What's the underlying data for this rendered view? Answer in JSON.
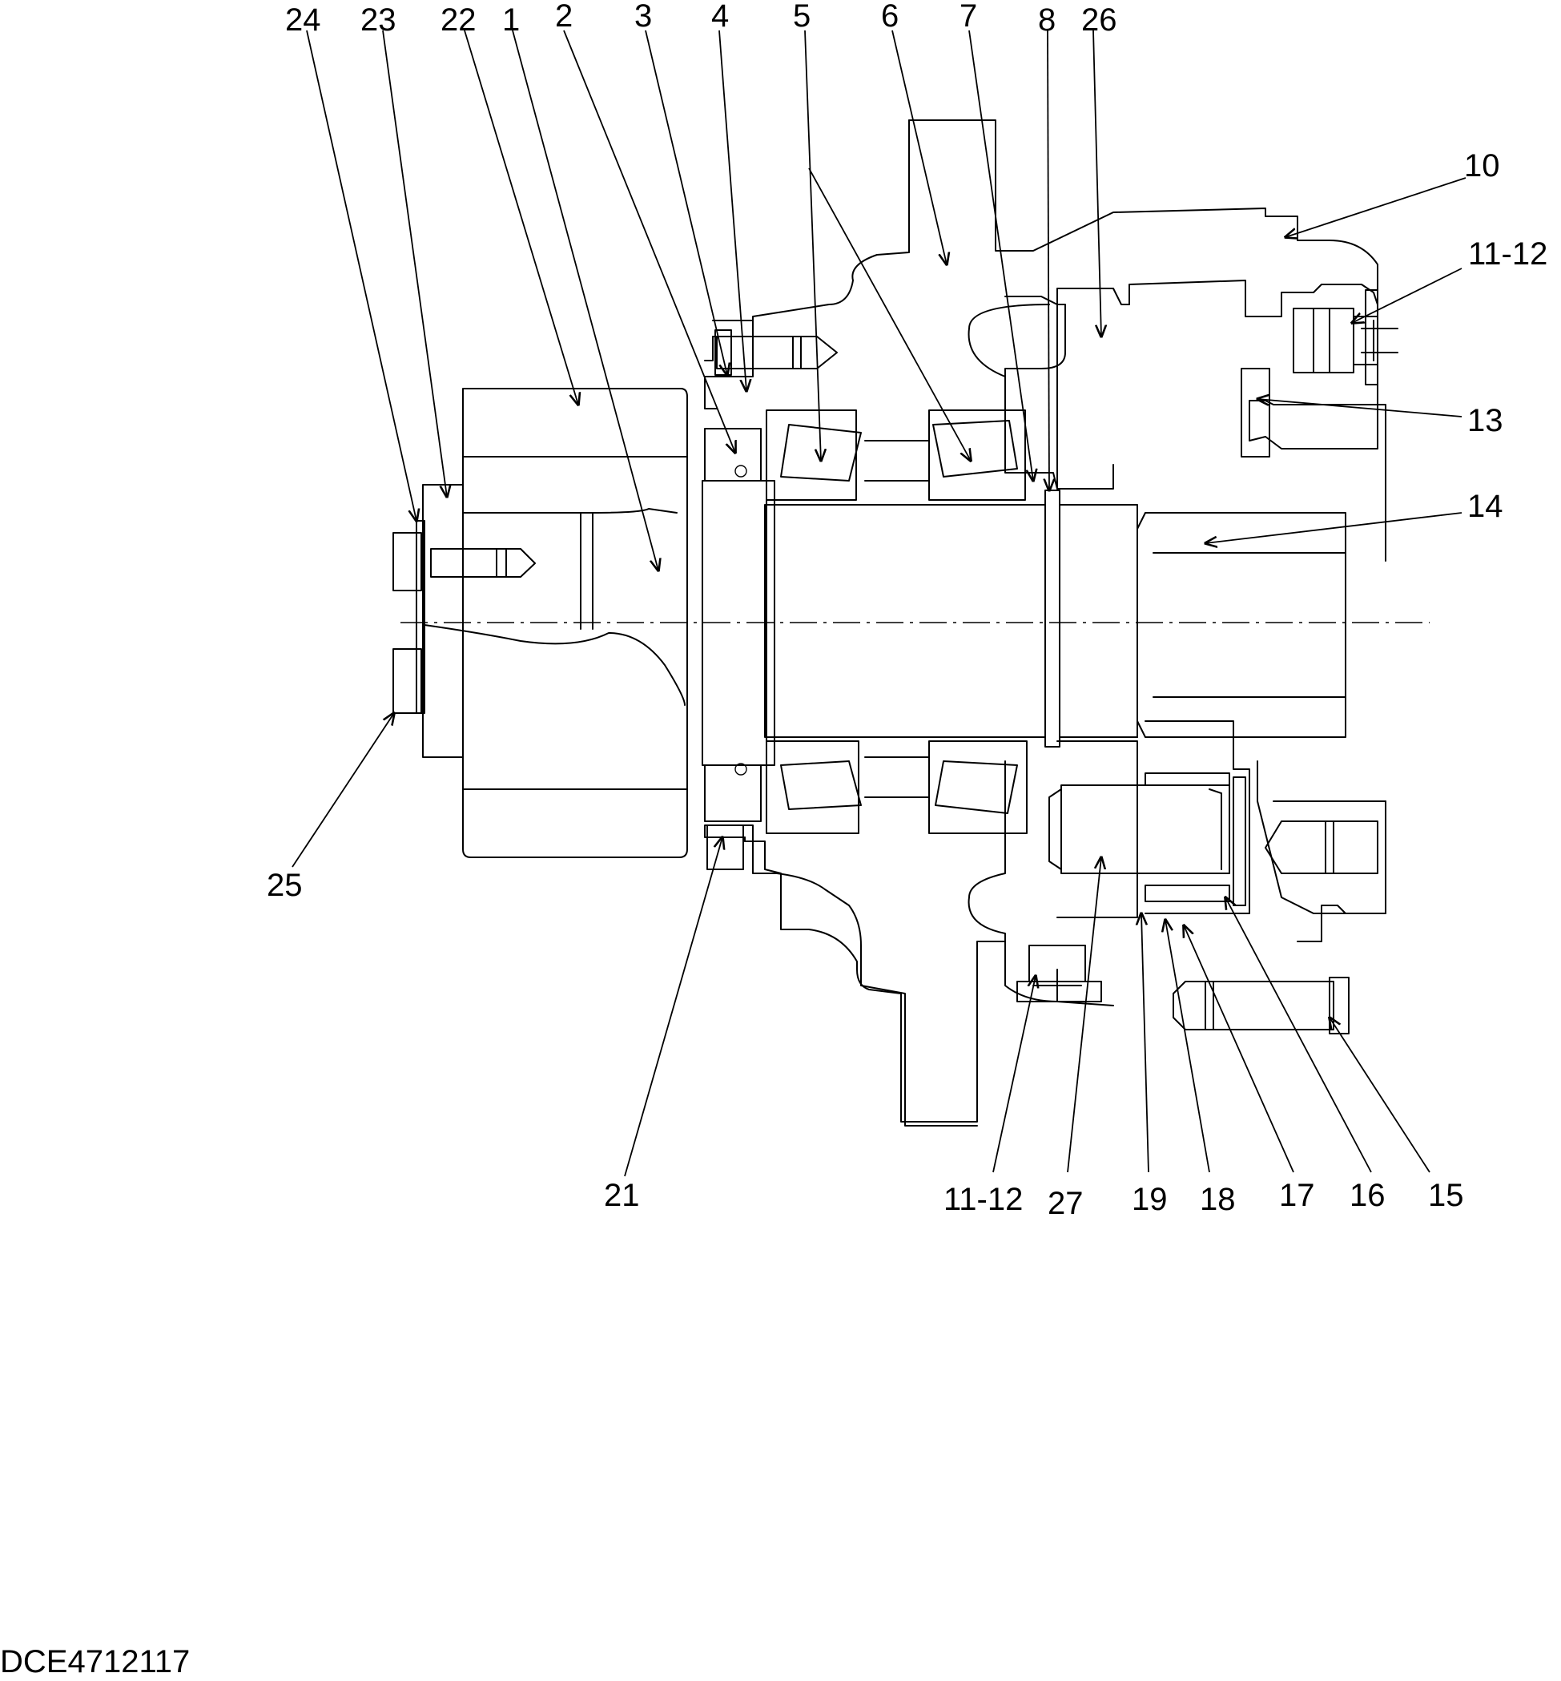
{
  "drawing_id": "DCE4712117",
  "callouts": [
    {
      "id": "c24",
      "text": "24"
    },
    {
      "id": "c23",
      "text": "23"
    },
    {
      "id": "c22",
      "text": "22"
    },
    {
      "id": "c1",
      "text": "1"
    },
    {
      "id": "c2",
      "text": "2"
    },
    {
      "id": "c3",
      "text": "3"
    },
    {
      "id": "c4",
      "text": "4"
    },
    {
      "id": "c5",
      "text": "5"
    },
    {
      "id": "c6",
      "text": "6"
    },
    {
      "id": "c7",
      "text": "7"
    },
    {
      "id": "c8",
      "text": "8"
    },
    {
      "id": "c26",
      "text": "26"
    },
    {
      "id": "c10",
      "text": "10"
    },
    {
      "id": "c11-12-top",
      "text": "11-12"
    },
    {
      "id": "c13",
      "text": "13"
    },
    {
      "id": "c14",
      "text": "14"
    },
    {
      "id": "c25",
      "text": "25"
    },
    {
      "id": "c21",
      "text": "21"
    },
    {
      "id": "c11-12-bottom",
      "text": "11-12"
    },
    {
      "id": "c27",
      "text": "27"
    },
    {
      "id": "c19",
      "text": "19"
    },
    {
      "id": "c18",
      "text": "18"
    },
    {
      "id": "c17",
      "text": "17"
    },
    {
      "id": "c16",
      "text": "16"
    },
    {
      "id": "c15",
      "text": "15"
    }
  ]
}
